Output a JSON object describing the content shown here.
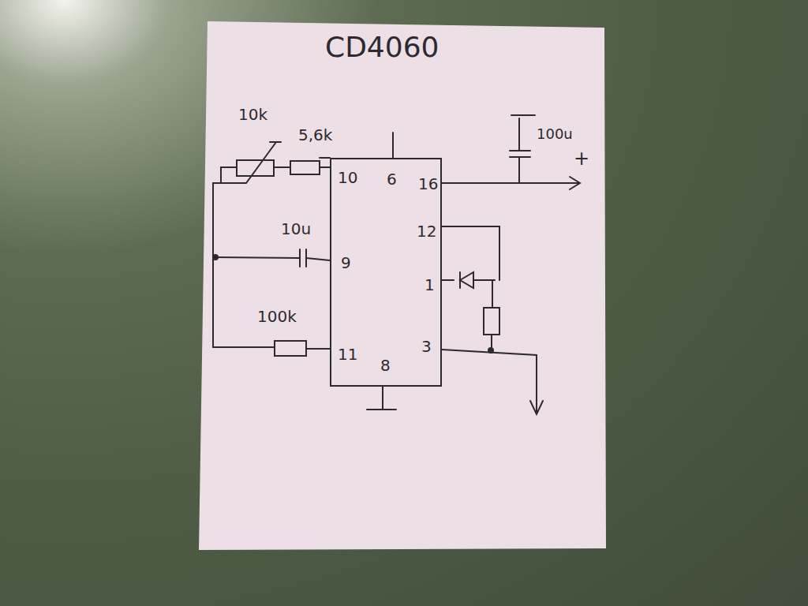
{
  "diagram": {
    "title": "CD4060",
    "nodes": [
      {
        "text": [
          "10",
          "6",
          "16",
          "12",
          "9",
          "1",
          "11",
          "8",
          "3"
        ]
      }
    ],
    "labels": [
      "10k",
      "5,6k",
      "100u",
      "+",
      "10u",
      "100k"
    ]
  }
}
